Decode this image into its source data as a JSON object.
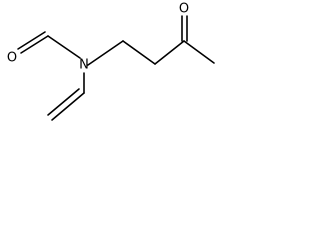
{
  "structure": {
    "atoms": {
      "nitrogen": "N",
      "formyl_oxygen": "O",
      "ketone_oxygen": "O"
    },
    "bond_color": "#000000",
    "background_color": "#ffffff"
  }
}
